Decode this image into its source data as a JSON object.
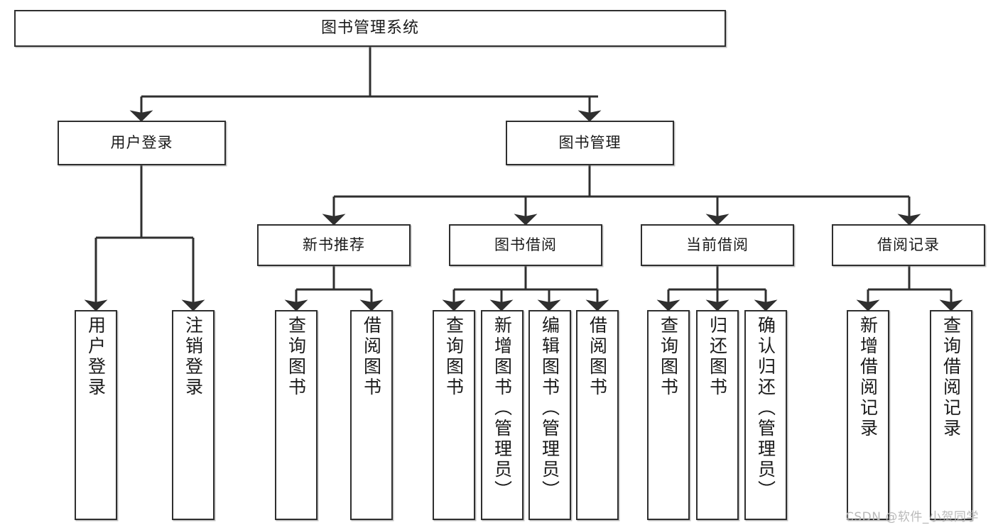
{
  "diagram": {
    "title": "图书管理系统",
    "type": "tree",
    "watermark": "CSDN @软件_小贺同学",
    "colors": {
      "box_border": "#2f2f2f",
      "box_fill": "#ffffff",
      "connector": "#2f2f2f",
      "text": "#1a1a1a",
      "watermark": "#b9b9b9"
    },
    "nodes": {
      "root": {
        "label": "图书管理系统"
      },
      "level2": [
        {
          "id": "user-login",
          "label": "用户登录"
        },
        {
          "id": "book-manage",
          "label": "图书管理"
        }
      ],
      "level3": [
        {
          "id": "new-book-rec",
          "label": "新书推荐"
        },
        {
          "id": "book-borrow",
          "label": "图书借阅"
        },
        {
          "id": "current-borrow",
          "label": "当前借阅"
        },
        {
          "id": "borrow-record",
          "label": "借阅记录"
        }
      ],
      "leaves": {
        "user-login": [
          {
            "id": "leaf-user-login",
            "label": "用户登录"
          },
          {
            "id": "leaf-user-logout",
            "label": "注销登录"
          }
        ],
        "new-book-rec": [
          {
            "id": "leaf-query-book-1",
            "label": "查询图书"
          },
          {
            "id": "leaf-borrow-book-1",
            "label": "借阅图书"
          }
        ],
        "book-borrow": [
          {
            "id": "leaf-query-book-2",
            "label": "查询图书"
          },
          {
            "id": "leaf-add-book",
            "label": "新增图书（管理员）"
          },
          {
            "id": "leaf-edit-book",
            "label": "编辑图书（管理员）"
          },
          {
            "id": "leaf-borrow-book-2",
            "label": "借阅图书"
          }
        ],
        "current-borrow": [
          {
            "id": "leaf-query-book-3",
            "label": "查询图书"
          },
          {
            "id": "leaf-return-book",
            "label": "归还图书"
          },
          {
            "id": "leaf-confirm-return",
            "label": "确认归还（管理员）"
          }
        ],
        "borrow-record": [
          {
            "id": "leaf-add-record",
            "label": "新增借阅记录"
          },
          {
            "id": "leaf-query-record",
            "label": "查询借阅记录"
          }
        ]
      }
    }
  }
}
